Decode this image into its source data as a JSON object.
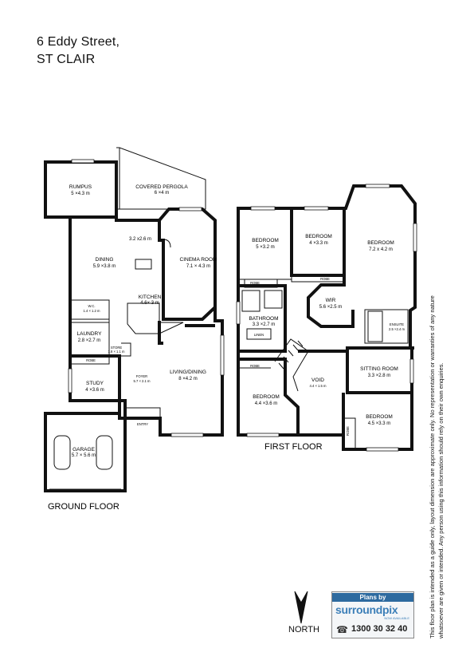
{
  "title": {
    "line1": "6 Eddy Street,",
    "line2": "ST CLAIR"
  },
  "ground_floor": {
    "label": "GROUND FLOOR",
    "rooms": {
      "rumpus": {
        "name": "RUMPUS",
        "dim": "5 ×4.3 m"
      },
      "pergola": {
        "name": "COVERED PERGOLA",
        "dim": "6 ×4 m"
      },
      "alfresco": {
        "dim": "3.2 x2.6 m"
      },
      "dining": {
        "name": "DINING",
        "dim": "5.9 ×3.8 m"
      },
      "cinema": {
        "name": "CINEMA ROOM",
        "dim": "7.1 × 4.3 m"
      },
      "kitchen": {
        "name": "KITCHEN",
        "dim": "4.6× 3 m"
      },
      "wc": {
        "name": "W.C.",
        "dim": "1.4 × 1.2 m"
      },
      "laundry": {
        "name": "LAUNDRY",
        "dim": "2.8 ×2.7 m"
      },
      "robe": {
        "name": "ROBE"
      },
      "store": {
        "name": "STORE",
        "dim": "1.8 × 1.1 m"
      },
      "foyer": {
        "name": "FOYER",
        "dim": "5.7 × 2.1 m"
      },
      "living": {
        "name": "LIVING/DINING",
        "dim": "8 ×4.2 m"
      },
      "study": {
        "name": "STUDY",
        "dim": "4 ×3.6 m"
      },
      "entry": {
        "name": "ENTRY"
      },
      "garage": {
        "name": "GARAGE",
        "dim": "5.7 × 5.6 m"
      }
    }
  },
  "first_floor": {
    "label": "FIRST FLOOR",
    "rooms": {
      "bed1": {
        "name": "BEDROOM",
        "dim": "5 ×3.2 m"
      },
      "bed2": {
        "name": "BEDROOM",
        "dim": "4 ×3.3 m"
      },
      "bed3": {
        "name": "BEDROOM",
        "dim": "7.2 x 4.2 m"
      },
      "robe1": {
        "name": "ROBE"
      },
      "robe2": {
        "name": "ROBE"
      },
      "robe3": {
        "name": "ROBE"
      },
      "robe4": {
        "name": "ROBE"
      },
      "wir": {
        "name": "WIR",
        "dim": "5.6 ×2.5 m"
      },
      "ensuite": {
        "name": "ENSUITE",
        "dim": "2.5 ×2.4 m"
      },
      "bathroom": {
        "name": "BATHROOM",
        "dim": "3.3 ×2.7 m"
      },
      "linen": {
        "name": "LINEN"
      },
      "sitting": {
        "name": "SITTING ROOM",
        "dim": "3.3 ×2.8 m"
      },
      "void": {
        "name": "VOID",
        "dim": "4.4 × 1.5 m"
      },
      "bed4": {
        "name": "BEDROOM",
        "dim": "4.4 ×3.6 m"
      },
      "bed5": {
        "name": "BEDROOM",
        "dim": "4.5 ×3.3 m"
      }
    }
  },
  "north_label": "NORTH",
  "logo": {
    "plans_by": "Plans by",
    "brand": "surroundpix",
    "sub": "NOW AVAILABLE",
    "phone": "1300 30 32 40"
  },
  "disclaimer": {
    "line1": "This floor plan is intended as a guide only, layout dimension are approximate only. No representation or warranties of any nature",
    "line2": "whatsoever are given or intended. Any person using this information should rely on their own enquiries."
  }
}
